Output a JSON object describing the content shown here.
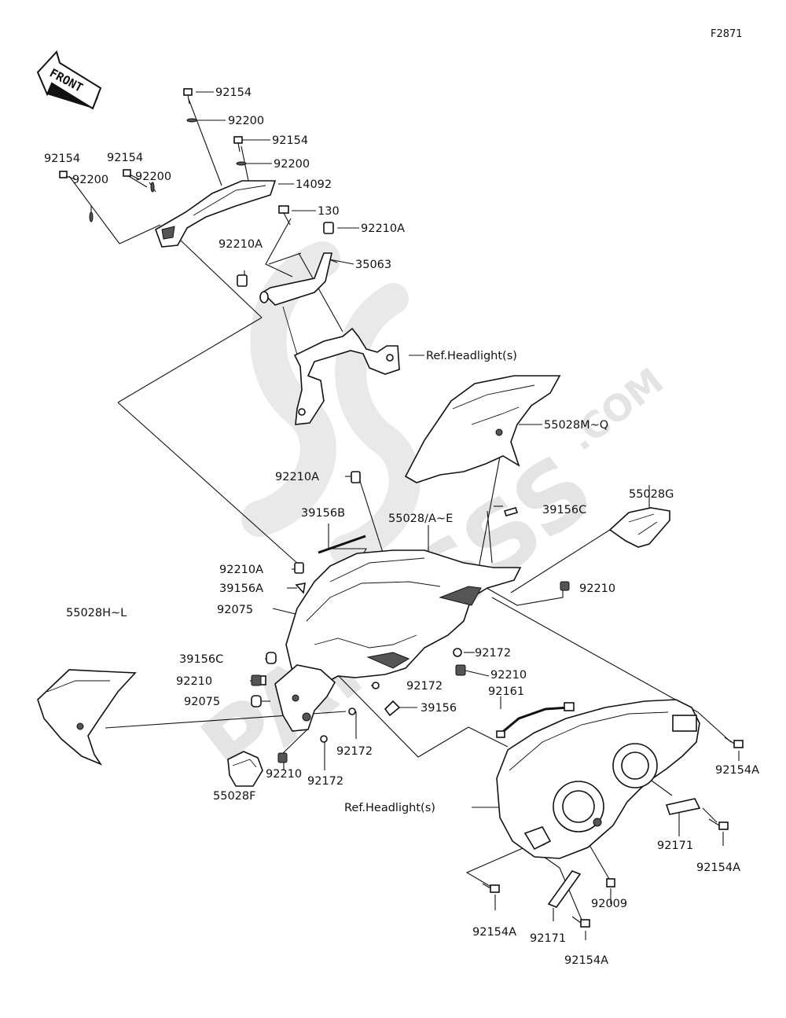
{
  "figure_id": "F2871",
  "front_label": "FRONT",
  "watermark": {
    "brand": "PARTSSS",
    "domain": ".COM"
  },
  "labels": {
    "l_92154_t1": "92154",
    "l_92200_t1": "92200",
    "l_92154_t2": "92154",
    "l_92200_t2": "92200",
    "l_92154_l1": "92154",
    "l_92200_l1": "92200",
    "l_92154_l2": "92154",
    "l_92200_l2": "92200",
    "l_14092": "14092",
    "l_130": "130",
    "l_92210A_1": "92210A",
    "l_92210A_2": "92210A",
    "l_35063": "35063",
    "l_ref_headlight_1": "Ref.Headlight(s)",
    "l_55028MQ": "55028M~Q",
    "l_92210A_3": "92210A",
    "l_39156B": "39156B",
    "l_55028AE": "55028/A~E",
    "l_39156C_1": "39156C",
    "l_55028G": "55028G",
    "l_92210A_4": "92210A",
    "l_39156A": "39156A",
    "l_92210_1": "92210",
    "l_55028HL": "55028H~L",
    "l_92075_1": "92075",
    "l_92172_1": "92172",
    "l_39156C_2": "39156C",
    "l_92210_2": "92210",
    "l_92210_3": "92210",
    "l_92172_2": "92172",
    "l_92161": "92161",
    "l_92075_2": "92075",
    "l_39156": "39156",
    "l_92172_3": "92172",
    "l_92154A_1": "92154A",
    "l_92172_4": "92172",
    "l_92210_4": "92210",
    "l_55028F": "55028F",
    "l_ref_headlight_2": "Ref.Headlight(s)",
    "l_92171_1": "92171",
    "l_92154A_2": "92154A",
    "l_92009": "92009",
    "l_92154A_3": "92154A",
    "l_92171_2": "92171",
    "l_92154A_4": "92154A"
  }
}
